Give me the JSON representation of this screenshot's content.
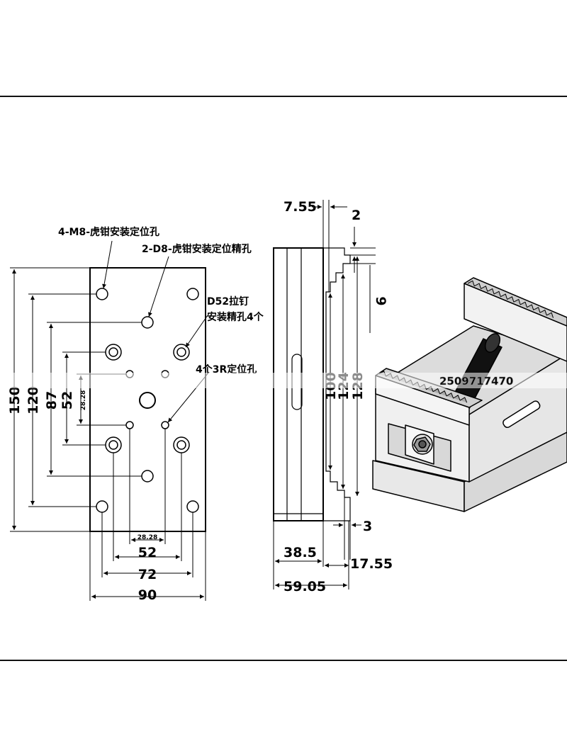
{
  "plate_view": {
    "callouts": {
      "m8_holes": "4-M8-虎钳安装定位孔",
      "d8_holes": "2-D8-虎钳安装定位精孔",
      "d52_line1": "D52拉钉",
      "d52_line2": "安装精孔4个",
      "r3_holes": "4个3R定位孔"
    },
    "dims_vertical": {
      "total": "150",
      "outer": "120",
      "mid": "87",
      "inner": "52",
      "small": "28.28"
    },
    "dims_horizontal": {
      "small": "28.28",
      "inner": "52",
      "mid": "72",
      "total": "90"
    }
  },
  "side_view": {
    "dims": {
      "top_offset": "7.55",
      "step": "2",
      "jaw_height": "9",
      "h100": "100",
      "h124": "124",
      "h128": "128",
      "bottom_step": "3",
      "base_width": "38.5",
      "jaw_offset": "17.55",
      "overall_width": "59.05"
    }
  },
  "vise_view": {
    "watermark": "2509717470"
  },
  "colors": {
    "line": "#000000",
    "frame": "#111111",
    "background": "#ffffff",
    "metal": "#e8e8e8",
    "shadow": "#b0b0b0",
    "roller": "#111111"
  }
}
